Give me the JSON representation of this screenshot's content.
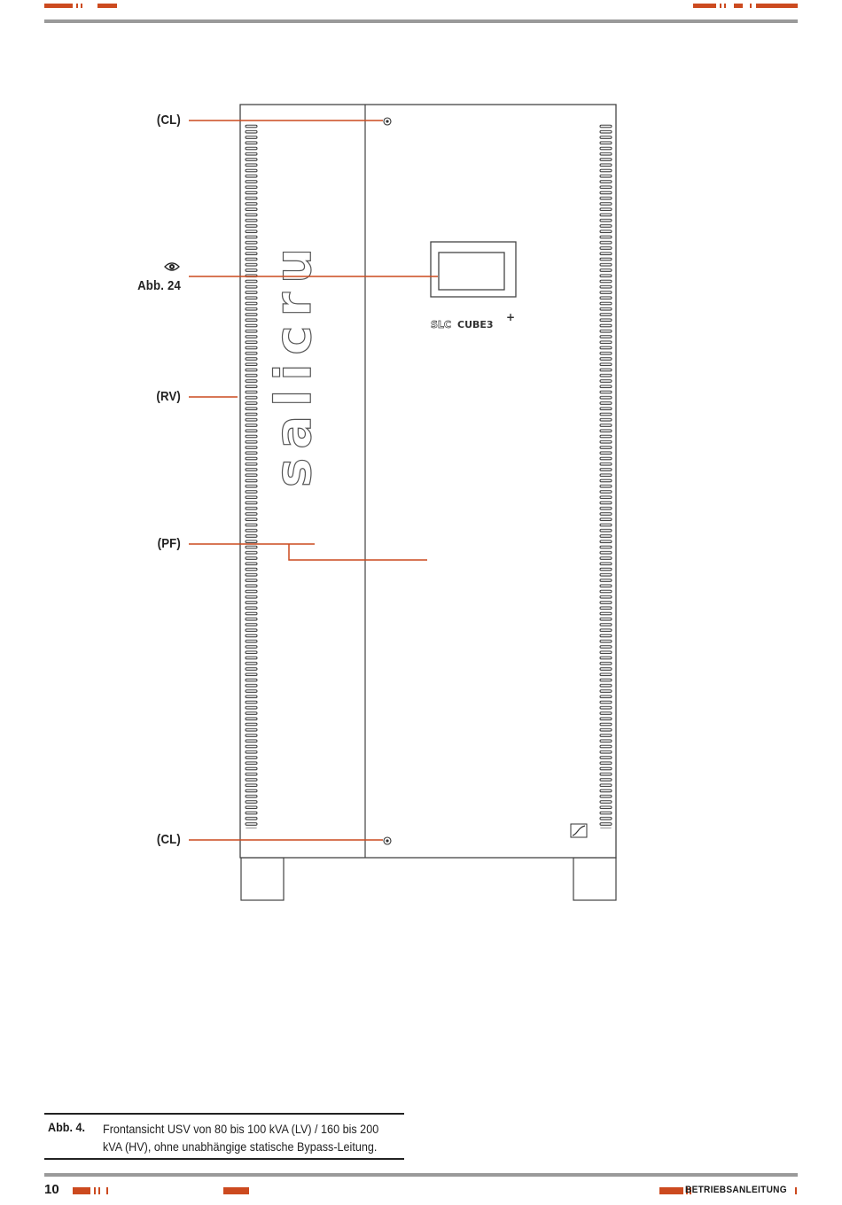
{
  "labels": {
    "cl_top": "(CL)",
    "view": "Abb. 24",
    "rv": "(RV)",
    "pf": "(PF)",
    "cl_bottom": "(CL)"
  },
  "cabinet": {
    "brand": "salicru",
    "model": "SLC CUBE3+"
  },
  "caption": {
    "number": "Abb. 4.",
    "text": "Frontansicht USV von 80 bis 100 kVA (LV) / 160 bis 200 kVA (HV), ohne unabhängige statische Bypass-Leitung."
  },
  "footer": {
    "page": "10",
    "title": "BETRIEBSANLEITUNG"
  },
  "icons": {
    "view": "eye-icon",
    "screw": "screw-icon",
    "corner_logo": "salicru-corner-logo-icon"
  },
  "colors": {
    "accent": "#cc4a1f",
    "rule": "#9a9a9a",
    "line": "#333333"
  }
}
